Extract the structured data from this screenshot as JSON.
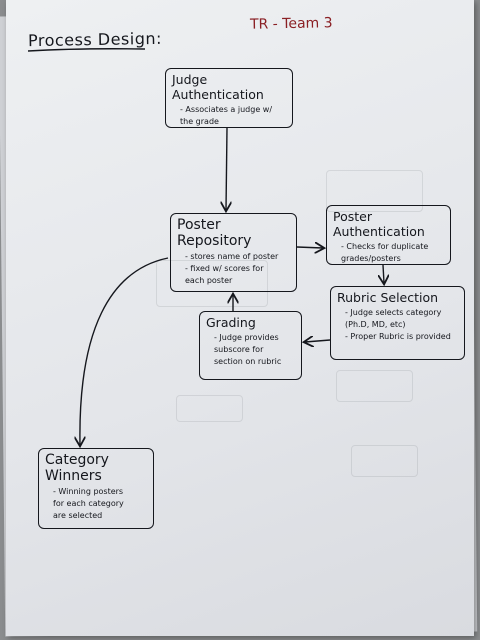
{
  "header": {
    "title": "Process Design:",
    "team": "TR - Team 3"
  },
  "nodes": {
    "judge_auth": {
      "title": "Judge Authentication",
      "lines": [
        "- Associates a judge w/",
        "the grade"
      ]
    },
    "poster_repo": {
      "title": "Poster Repository",
      "lines": [
        "- stores name of poster",
        "- fixed w/ scores for",
        "each poster"
      ]
    },
    "poster_auth": {
      "title": "Poster Authentication",
      "lines": [
        "- Checks for duplicate",
        "grades/posters"
      ]
    },
    "rubric": {
      "title": "Rubric Selection",
      "lines": [
        "- Judge selects category",
        "(Ph.D, MD, etc)",
        "- Proper Rubric is provided"
      ]
    },
    "grading": {
      "title": "Grading",
      "lines": [
        "- Judge provides",
        "subscore for",
        "section on rubric"
      ]
    },
    "winners": {
      "title": "Category Winners",
      "lines": [
        "- Winning posters",
        "for each category",
        "are selected"
      ]
    }
  },
  "colors": {
    "ink": "#15171d",
    "team_ink": "#8a1f24",
    "paper": "#e8eaed"
  }
}
